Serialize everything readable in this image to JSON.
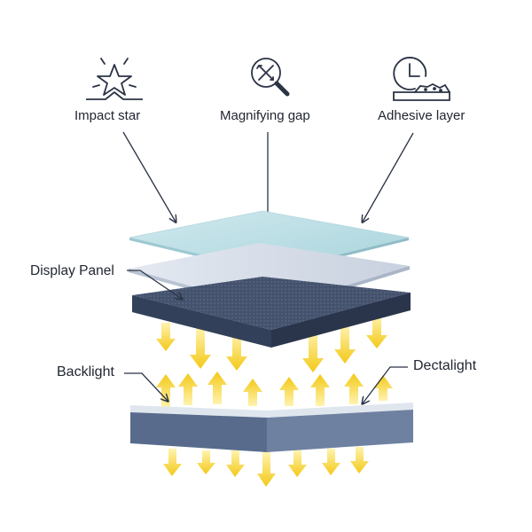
{
  "labels": {
    "impact_star": "Impact star",
    "magnifying_gap": "Magnifying gap",
    "adhesive_layer": "Adhesive layer",
    "display_panel": "Display Panel",
    "backlight": "Backlight",
    "dectalight": "Dectalight"
  },
  "icons": {
    "impact_star": "star-impact-icon",
    "magnifying_gap": "magnifier-icon",
    "adhesive_layer": "clock-adhesive-icon"
  },
  "colors": {
    "ink": "#2b3346",
    "cover_glass": "#bfe0e6",
    "display_sheet": "#d6dde8",
    "panel_dark": "#3e4d68",
    "backlight_plate": "#56688a",
    "arrow_yellow": "#f5cf2d"
  }
}
